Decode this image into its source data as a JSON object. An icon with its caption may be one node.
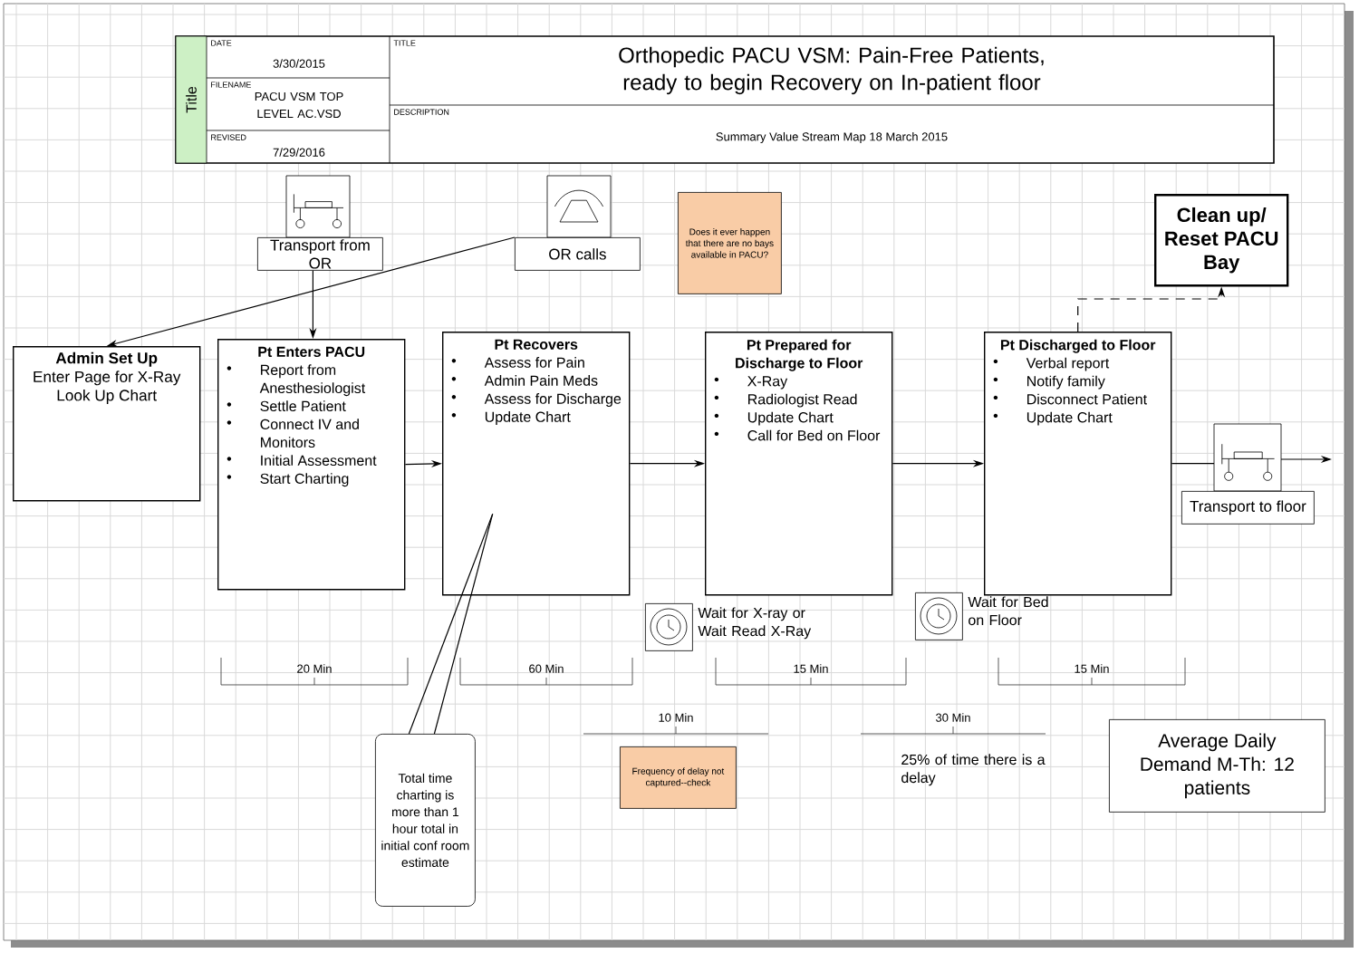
{
  "diagram": {
    "title": "Orthopedic PACU VSM: Pain-Free Patients, ready to begin Recovery on In-patient floor",
    "nodes": [
      {
        "text": [
          "Transport from OR"
        ]
      },
      {
        "text": [
          "OR calls"
        ]
      },
      {
        "text": [
          "Does it ever happen that there are no bays available in PACU?"
        ]
      },
      {
        "text": [
          "Clean up/ Reset PACU Bay"
        ]
      },
      {
        "text": [
          "Admin Set Up",
          "Enter Page for X-Ray Look Up Chart"
        ]
      },
      {
        "text": [
          "Pt Enters PACU",
          "Report from Anesthesiologist",
          "Settle Patient",
          "Connect IV and Monitors",
          "Initial Assessment",
          "Start Charting"
        ]
      },
      {
        "text": [
          "Pt Recovers",
          "Assess for Pain",
          "Admin Pain Meds",
          "Assess for Discharge",
          "Update Chart"
        ]
      },
      {
        "text": [
          "Pt Prepared for Discharge to Floor",
          "X-Ray",
          "Radiologist Read",
          "Update Chart",
          "Call for Bed on Floor"
        ]
      },
      {
        "text": [
          "Pt Discharged to Floor",
          "Verbal report",
          "Notify family",
          "Disconnect Patient",
          "Update Chart"
        ]
      },
      {
        "text": [
          "Transport to floor"
        ]
      },
      {
        "text": [],
        "shape": "box",
        "beside": [
          "Wait for X-ray or Wait Read X-Ray"
        ]
      },
      {
        "text": [],
        "shape": "box",
        "beside": [
          "Wait for Bed on Floor"
        ]
      },
      {
        "text": [
          "Total time charting is more than 1 hour total in initial conf room estimate"
        ]
      },
      {
        "text": [
          "Frequency of delay not captured--check"
        ]
      },
      {
        "text": [
          "Average Daily Demand M-Th: 12 patients"
        ]
      }
    ],
    "edges": [
      {
        "from": 1,
        "to": 4,
        "arrow": "to"
      },
      {
        "from": 0,
        "to": 5,
        "arrow": "to"
      },
      {
        "from": 5,
        "to": 6,
        "arrow": "to"
      },
      {
        "from": 6,
        "to": 7,
        "arrow": "to"
      },
      {
        "from": 7,
        "to": 8,
        "arrow": "to"
      },
      {
        "from": 8,
        "to": 3,
        "arrow": "to",
        "style": "dashed"
      },
      {
        "from": 8,
        "to": 9,
        "arrow": "none"
      },
      {
        "from": 9,
        "to": null,
        "arrow": "to"
      },
      {
        "from": 12,
        "to": 6,
        "arrow": "none"
      }
    ],
    "labels": [
      "Title",
      "DATE",
      "3/30/2015",
      "FILENAME",
      "PACU VSM TOP LEVEL AC.VSD",
      "REVISED",
      "7/29/2016",
      "TITLE",
      "DESCRIPTION",
      "Summary Value Stream Map 18 March 2015",
      "20 Min",
      "60 Min",
      "15 Min",
      "15 Min",
      "10 Min",
      "30 Min",
      "25% of time there is a delay"
    ]
  }
}
